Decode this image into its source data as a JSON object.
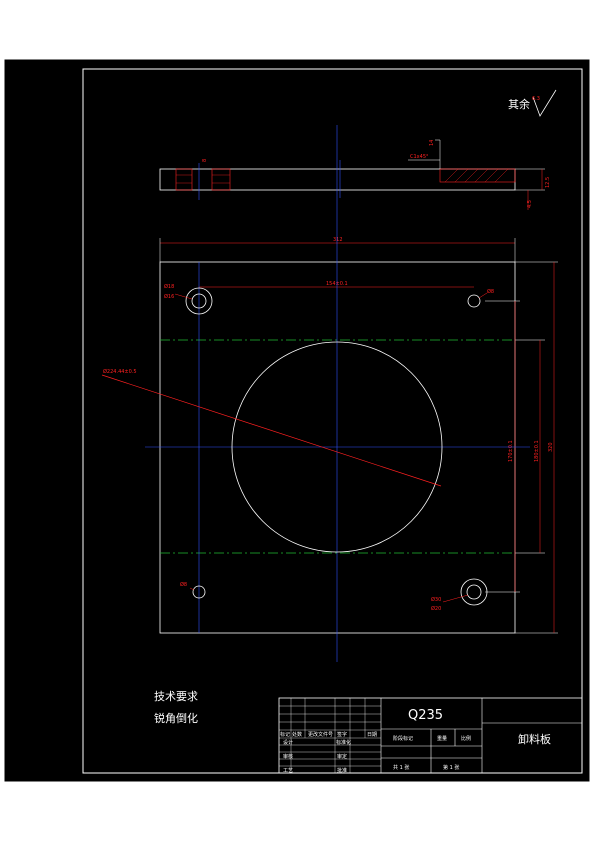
{
  "roughness_note": {
    "label": "其余",
    "value": "6.3"
  },
  "side_view": {
    "hole_dim": "8",
    "depth_dim": "14",
    "chamfer_dim": "C1x45°",
    "thickness_dim": "12.5",
    "step_dim": "4.5"
  },
  "top_view": {
    "width_dim": "312",
    "height_dim": "320",
    "hole_spacing_dim": "154±0.1",
    "inner_span_dim": "170±0.1",
    "outer_span_dim": "180±0.1",
    "bore_dim": "Ø224.44±0.5",
    "hole_labels": {
      "tl_outer": "Ø18",
      "tl_inner": "Ø16",
      "tr": "Ø8",
      "bl": "Ø8",
      "br_outer": "Ø30",
      "br_inner": "Ø20"
    }
  },
  "tech_requirements": {
    "title": "技术要求",
    "item1": "锐角倒化"
  },
  "title_block": {
    "material": "Q235",
    "part_name": "卸料板",
    "headers": [
      "标记",
      "处数",
      "更改文件号",
      "签字",
      "日期"
    ],
    "roles": [
      "设计",
      "审核",
      "工艺"
    ],
    "approvals": [
      "标准化",
      "审定",
      "批准"
    ],
    "stage": "阶段标记",
    "weight": "重量",
    "scale": "比例",
    "sheets_total": "共 1 张",
    "sheet_no": "第 1 张"
  }
}
